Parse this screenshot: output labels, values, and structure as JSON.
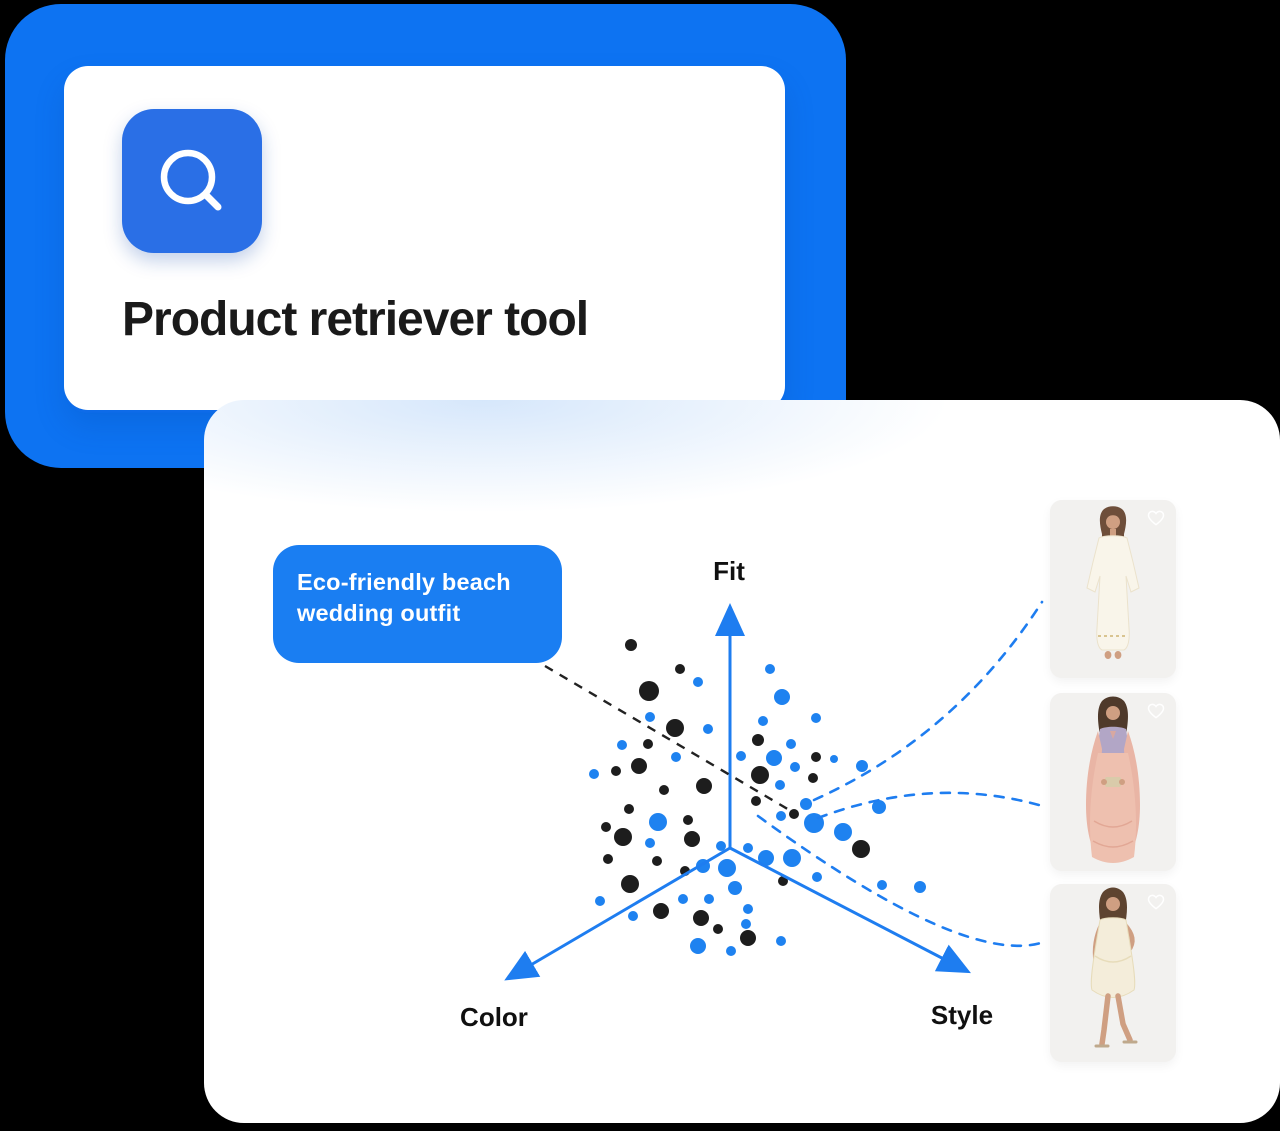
{
  "page": {
    "background": "#000000"
  },
  "colors": {
    "primary_blue": "#0d73f2",
    "icon_tile_blue": "#2a6fe6",
    "tag_blue": "#1a7ef2",
    "chart_blue": "#1e7df0",
    "dot_black": "#1d1d1d",
    "dot_blue": "#1e82f0"
  },
  "tool_card": {
    "title": "Product retriever tool",
    "icon": "search"
  },
  "query_tag": {
    "text": "Eco-friendly beach wedding outfit"
  },
  "chart_data": {
    "type": "scatter",
    "title": "",
    "axes": [
      {
        "label": "Fit",
        "direction": "up"
      },
      {
        "label": "Color",
        "direction": "down-left"
      },
      {
        "label": "Style",
        "direction": "down-right"
      }
    ],
    "axis_geometry": {
      "origin": [
        730,
        848
      ],
      "fit_end": [
        730,
        608
      ],
      "color_end": [
        507,
        979
      ],
      "style_end": [
        968,
        972
      ]
    },
    "series": [
      {
        "name": "black-points",
        "color": "#1d1d1d",
        "points": [
          [
            631,
            645,
            6
          ],
          [
            680,
            669,
            5
          ],
          [
            649,
            691,
            10
          ],
          [
            675,
            728,
            9
          ],
          [
            648,
            744,
            5
          ],
          [
            639,
            766,
            8
          ],
          [
            616,
            771,
            5
          ],
          [
            758,
            740,
            6
          ],
          [
            816,
            757,
            5
          ],
          [
            760,
            775,
            9
          ],
          [
            813,
            778,
            5
          ],
          [
            664,
            790,
            5
          ],
          [
            704,
            786,
            8
          ],
          [
            756,
            801,
            5
          ],
          [
            629,
            809,
            5
          ],
          [
            606,
            827,
            5
          ],
          [
            688,
            820,
            5
          ],
          [
            623,
            837,
            9
          ],
          [
            794,
            814,
            5
          ],
          [
            861,
            849,
            9
          ],
          [
            692,
            839,
            8
          ],
          [
            608,
            859,
            5
          ],
          [
            657,
            861,
            5
          ],
          [
            630,
            884,
            9
          ],
          [
            685,
            871,
            5
          ],
          [
            783,
            881,
            5
          ],
          [
            661,
            911,
            8
          ],
          [
            701,
            918,
            8
          ],
          [
            718,
            929,
            5
          ],
          [
            748,
            938,
            8
          ]
        ]
      },
      {
        "name": "blue-points",
        "color": "#1e82f0",
        "points": [
          [
            698,
            682,
            5
          ],
          [
            770,
            669,
            5
          ],
          [
            782,
            697,
            8
          ],
          [
            650,
            717,
            5
          ],
          [
            708,
            729,
            5
          ],
          [
            763,
            721,
            5
          ],
          [
            816,
            718,
            5
          ],
          [
            791,
            744,
            5
          ],
          [
            622,
            745,
            5
          ],
          [
            676,
            757,
            5
          ],
          [
            741,
            756,
            5
          ],
          [
            774,
            758,
            8
          ],
          [
            834,
            759,
            4
          ],
          [
            795,
            767,
            5
          ],
          [
            862,
            766,
            6
          ],
          [
            780,
            785,
            5
          ],
          [
            594,
            774,
            5
          ],
          [
            658,
            822,
            9
          ],
          [
            781,
            816,
            5
          ],
          [
            806,
            804,
            6
          ],
          [
            814,
            823,
            10
          ],
          [
            843,
            832,
            9
          ],
          [
            879,
            807,
            7
          ],
          [
            650,
            843,
            5
          ],
          [
            721,
            846,
            5
          ],
          [
            748,
            848,
            5
          ],
          [
            766,
            858,
            8
          ],
          [
            792,
            858,
            9
          ],
          [
            727,
            868,
            9
          ],
          [
            703,
            866,
            7
          ],
          [
            735,
            888,
            7
          ],
          [
            817,
            877,
            5
          ],
          [
            882,
            885,
            5
          ],
          [
            920,
            887,
            6
          ],
          [
            600,
            901,
            5
          ],
          [
            633,
            916,
            5
          ],
          [
            683,
            899,
            5
          ],
          [
            709,
            899,
            5
          ],
          [
            746,
            924,
            5
          ],
          [
            748,
            909,
            5
          ],
          [
            781,
            941,
            5
          ],
          [
            698,
            946,
            8
          ],
          [
            731,
            951,
            5
          ]
        ]
      }
    ],
    "query_line": {
      "from": [
        545,
        666
      ],
      "to": [
        791,
        811
      ],
      "style": "dashed-black"
    },
    "match_curves": [
      {
        "from": [
          814,
          800
        ],
        "control": [
          956,
          736
        ],
        "to": [
          1042,
          602
        ]
      },
      {
        "from": [
          818,
          818
        ],
        "control": [
          934,
          774
        ],
        "to": [
          1046,
          807
        ]
      },
      {
        "from": [
          758,
          816
        ],
        "control": [
          966,
          968
        ],
        "to": [
          1044,
          942
        ]
      }
    ]
  },
  "products": [
    {
      "photo": "model-in-long-cream-kaftan-dress",
      "favorite_icon": "heart-outline"
    },
    {
      "photo": "model-in-pink-maxi-dress-lavender-blouse",
      "favorite_icon": "heart-outline"
    },
    {
      "photo": "model-in-short-cream-dress",
      "favorite_icon": "heart-outline"
    }
  ]
}
